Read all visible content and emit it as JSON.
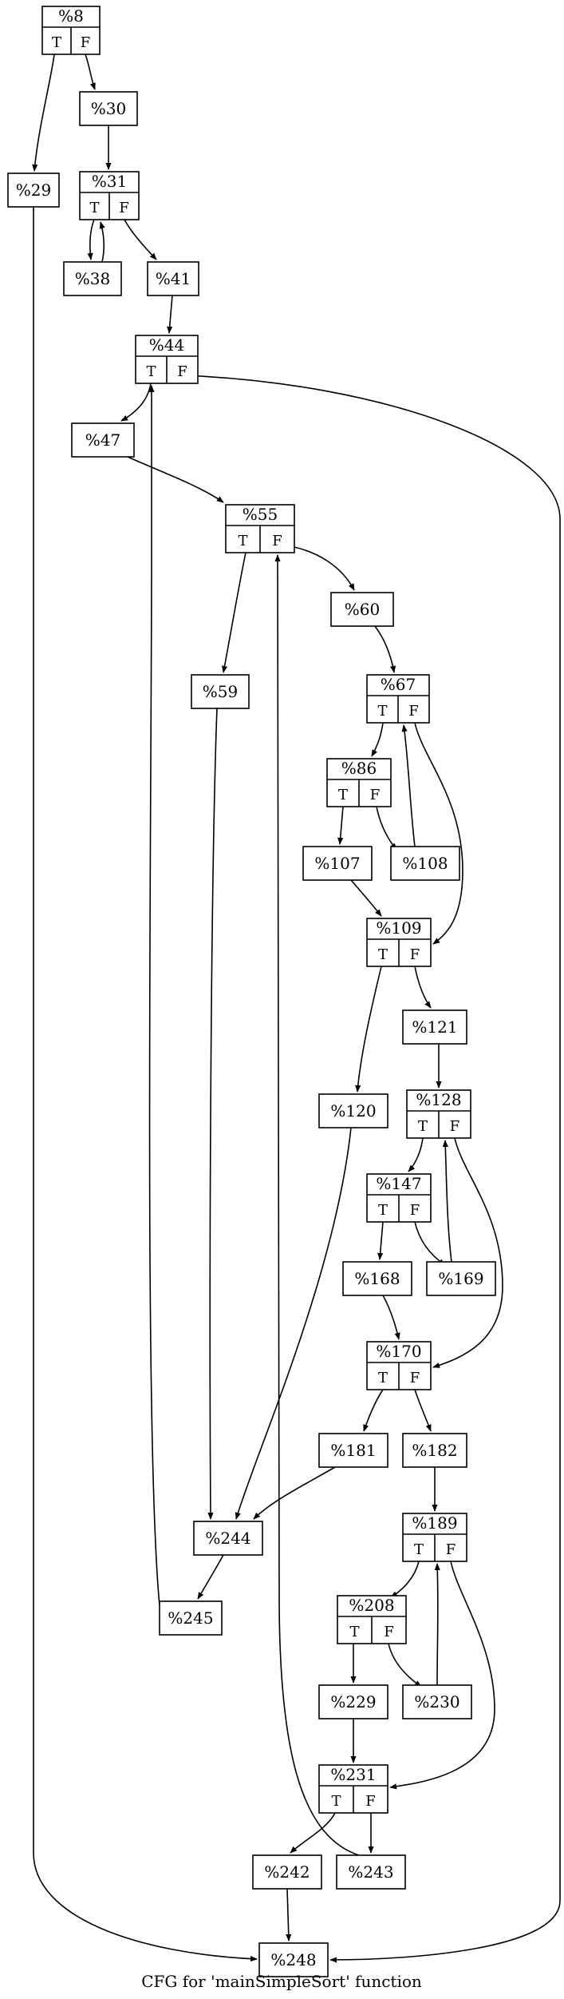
{
  "title": "CFG for 'mainSimpleSort' function",
  "branch_labels": {
    "true": "T",
    "false": "F"
  },
  "colors": {
    "stroke": "#000000",
    "background": "#ffffff"
  },
  "nodes": [
    {
      "id": "n8",
      "label": "%8",
      "branch": true
    },
    {
      "id": "n29",
      "label": "%29",
      "branch": false
    },
    {
      "id": "n30",
      "label": "%30",
      "branch": false
    },
    {
      "id": "n31",
      "label": "%31",
      "branch": true
    },
    {
      "id": "n38",
      "label": "%38",
      "branch": false
    },
    {
      "id": "n41",
      "label": "%41",
      "branch": false
    },
    {
      "id": "n44",
      "label": "%44",
      "branch": true
    },
    {
      "id": "n47",
      "label": "%47",
      "branch": false
    },
    {
      "id": "n55",
      "label": "%55",
      "branch": true
    },
    {
      "id": "n59",
      "label": "%59",
      "branch": false
    },
    {
      "id": "n60",
      "label": "%60",
      "branch": false
    },
    {
      "id": "n67",
      "label": "%67",
      "branch": true
    },
    {
      "id": "n86",
      "label": "%86",
      "branch": true
    },
    {
      "id": "n107",
      "label": "%107",
      "branch": false
    },
    {
      "id": "n108",
      "label": "%108",
      "branch": false
    },
    {
      "id": "n109",
      "label": "%109",
      "branch": true
    },
    {
      "id": "n120",
      "label": "%120",
      "branch": false
    },
    {
      "id": "n121",
      "label": "%121",
      "branch": false
    },
    {
      "id": "n128",
      "label": "%128",
      "branch": true
    },
    {
      "id": "n147",
      "label": "%147",
      "branch": true
    },
    {
      "id": "n168",
      "label": "%168",
      "branch": false
    },
    {
      "id": "n169",
      "label": "%169",
      "branch": false
    },
    {
      "id": "n170",
      "label": "%170",
      "branch": true
    },
    {
      "id": "n181",
      "label": "%181",
      "branch": false
    },
    {
      "id": "n182",
      "label": "%182",
      "branch": false
    },
    {
      "id": "n189",
      "label": "%189",
      "branch": true
    },
    {
      "id": "n208",
      "label": "%208",
      "branch": true
    },
    {
      "id": "n229",
      "label": "%229",
      "branch": false
    },
    {
      "id": "n230",
      "label": "%230",
      "branch": false
    },
    {
      "id": "n231",
      "label": "%231",
      "branch": true
    },
    {
      "id": "n242",
      "label": "%242",
      "branch": false
    },
    {
      "id": "n243",
      "label": "%243",
      "branch": false
    },
    {
      "id": "n244",
      "label": "%244",
      "branch": false
    },
    {
      "id": "n245",
      "label": "%245",
      "branch": false
    },
    {
      "id": "n248",
      "label": "%248",
      "branch": false
    }
  ],
  "edges": [
    {
      "from": "n8",
      "port": "T",
      "to": "n29"
    },
    {
      "from": "n8",
      "port": "F",
      "to": "n30"
    },
    {
      "from": "n29",
      "to": "n248"
    },
    {
      "from": "n30",
      "to": "n31"
    },
    {
      "from": "n31",
      "port": "T",
      "to": "n38"
    },
    {
      "from": "n31",
      "port": "F",
      "to": "n41"
    },
    {
      "from": "n38",
      "to": "n31"
    },
    {
      "from": "n41",
      "to": "n44"
    },
    {
      "from": "n44",
      "port": "T",
      "to": "n47"
    },
    {
      "from": "n44",
      "port": "F",
      "to": "n248"
    },
    {
      "from": "n47",
      "to": "n55"
    },
    {
      "from": "n55",
      "port": "T",
      "to": "n59"
    },
    {
      "from": "n55",
      "port": "F",
      "to": "n60"
    },
    {
      "from": "n59",
      "to": "n244"
    },
    {
      "from": "n60",
      "to": "n67"
    },
    {
      "from": "n67",
      "port": "T",
      "to": "n86"
    },
    {
      "from": "n67",
      "port": "F",
      "to": "n109"
    },
    {
      "from": "n86",
      "port": "T",
      "to": "n107"
    },
    {
      "from": "n86",
      "port": "F",
      "to": "n108"
    },
    {
      "from": "n107",
      "to": "n109"
    },
    {
      "from": "n108",
      "to": "n67"
    },
    {
      "from": "n109",
      "port": "T",
      "to": "n120"
    },
    {
      "from": "n109",
      "port": "F",
      "to": "n121"
    },
    {
      "from": "n120",
      "to": "n244"
    },
    {
      "from": "n121",
      "to": "n128"
    },
    {
      "from": "n128",
      "port": "T",
      "to": "n147"
    },
    {
      "from": "n128",
      "port": "F",
      "to": "n170"
    },
    {
      "from": "n147",
      "port": "T",
      "to": "n168"
    },
    {
      "from": "n147",
      "port": "F",
      "to": "n169"
    },
    {
      "from": "n168",
      "to": "n170"
    },
    {
      "from": "n169",
      "to": "n128"
    },
    {
      "from": "n170",
      "port": "T",
      "to": "n181"
    },
    {
      "from": "n170",
      "port": "F",
      "to": "n182"
    },
    {
      "from": "n181",
      "to": "n244"
    },
    {
      "from": "n182",
      "to": "n189"
    },
    {
      "from": "n189",
      "port": "T",
      "to": "n208"
    },
    {
      "from": "n189",
      "port": "F",
      "to": "n231"
    },
    {
      "from": "n208",
      "port": "T",
      "to": "n229"
    },
    {
      "from": "n208",
      "port": "F",
      "to": "n230"
    },
    {
      "from": "n229",
      "to": "n231"
    },
    {
      "from": "n230",
      "to": "n189"
    },
    {
      "from": "n231",
      "port": "T",
      "to": "n242"
    },
    {
      "from": "n231",
      "port": "F",
      "to": "n243"
    },
    {
      "from": "n242",
      "to": "n248"
    },
    {
      "from": "n243",
      "to": "n55"
    },
    {
      "from": "n244",
      "to": "n245"
    },
    {
      "from": "n245",
      "to": "n44"
    }
  ]
}
